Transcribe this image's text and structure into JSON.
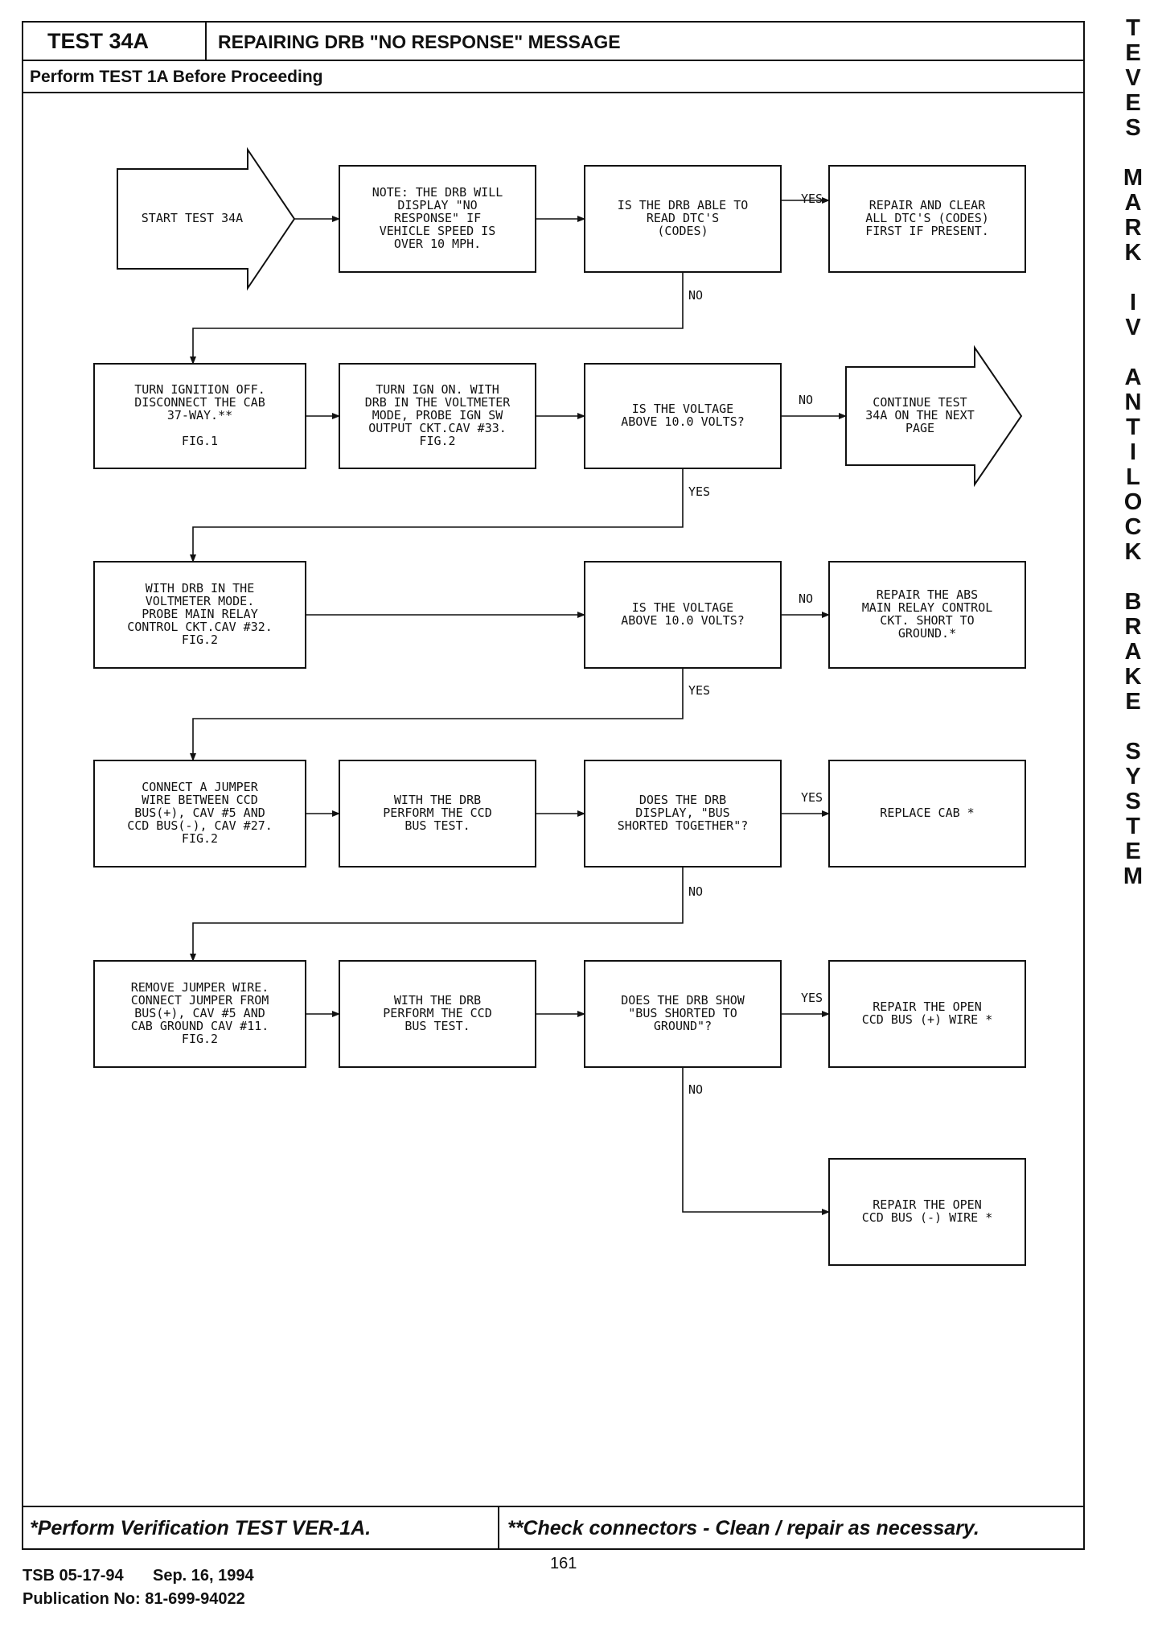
{
  "header": {
    "test_id": "TEST 34A",
    "title": "REPAIRING DRB \"NO RESPONSE\" MESSAGE",
    "prereq": "Perform TEST 1A Before Proceeding"
  },
  "sidebar_letters": [
    "T",
    "E",
    "V",
    "E",
    "S",
    "",
    "M",
    "A",
    "R",
    "K",
    "",
    "I",
    "V",
    "",
    "A",
    "N",
    "T",
    "I",
    "L",
    "O",
    "C",
    "K",
    "",
    "B",
    "R",
    "A",
    "K",
    "E",
    "",
    "S",
    "Y",
    "S",
    "T",
    "E",
    "M"
  ],
  "flow": {
    "start": [
      "START TEST 34A"
    ],
    "note": [
      "NOTE: THE DRB WILL",
      "DISPLAY \"NO",
      "RESPONSE\" IF",
      "VEHICLE SPEED IS",
      "OVER 10 MPH."
    ],
    "q_read_dtc": [
      "IS THE DRB ABLE TO",
      "READ DTC'S",
      "(CODES)"
    ],
    "repair_clear": [
      "REPAIR AND CLEAR",
      "ALL DTC'S (CODES)",
      "FIRST IF PRESENT."
    ],
    "turn_off": [
      "TURN IGNITION OFF.",
      "DISCONNECT THE CAB",
      "37-WAY.**",
      "",
      "FIG.1"
    ],
    "ign_on": [
      "TURN IGN ON. WITH",
      "DRB IN THE VOLTMETER",
      "MODE, PROBE IGN SW",
      "OUTPUT CKT.CAV #33.",
      "FIG.2"
    ],
    "q_voltage_1": [
      "IS THE VOLTAGE",
      "ABOVE 10.0 VOLTS?"
    ],
    "continue": [
      "CONTINUE TEST",
      "34A ON THE NEXT",
      "PAGE"
    ],
    "probe_relay": [
      "WITH DRB IN THE",
      "VOLTMETER MODE.",
      "PROBE MAIN RELAY",
      "CONTROL CKT.CAV #32.",
      "FIG.2"
    ],
    "q_voltage_2": [
      "IS THE VOLTAGE",
      "ABOVE 10.0 VOLTS?"
    ],
    "repair_abs": [
      "REPAIR THE ABS",
      "MAIN RELAY CONTROL",
      "CKT. SHORT TO",
      "GROUND.*"
    ],
    "jumper": [
      "CONNECT A JUMPER",
      "WIRE BETWEEN CCD",
      "BUS(+), CAV #5 AND",
      "CCD BUS(-), CAV #27.",
      "FIG.2"
    ],
    "ccd_test_1": [
      "WITH THE DRB",
      "PERFORM THE CCD",
      "BUS TEST."
    ],
    "q_shorted_together": [
      "DOES THE DRB",
      "DISPLAY, \"BUS",
      "SHORTED TOGETHER\"?"
    ],
    "replace_cab": [
      "REPLACE CAB *"
    ],
    "remove_jumper": [
      "REMOVE JUMPER WIRE.",
      "CONNECT JUMPER FROM",
      "BUS(+), CAV #5 AND",
      "CAB GROUND CAV #11.",
      "FIG.2"
    ],
    "ccd_test_2": [
      "WITH THE DRB",
      "PERFORM THE CCD",
      "BUS TEST."
    ],
    "q_shorted_ground": [
      "DOES THE DRB SHOW",
      "\"BUS SHORTED TO",
      "GROUND\"?"
    ],
    "repair_plus": [
      "REPAIR THE OPEN",
      "CCD BUS (+) WIRE *"
    ],
    "repair_minus": [
      "REPAIR THE OPEN",
      "CCD BUS (-) WIRE *"
    ],
    "labels": {
      "yes": "YES",
      "no": "NO"
    }
  },
  "footer": {
    "left": "*Perform Verification TEST VER-1A.",
    "right": "**Check connectors - Clean / repair as necessary."
  },
  "meta": {
    "tsb": "TSB 05-17-94",
    "date": "Sep. 16, 1994",
    "page": "161",
    "publication": "Publication No:  81-699-94022"
  }
}
